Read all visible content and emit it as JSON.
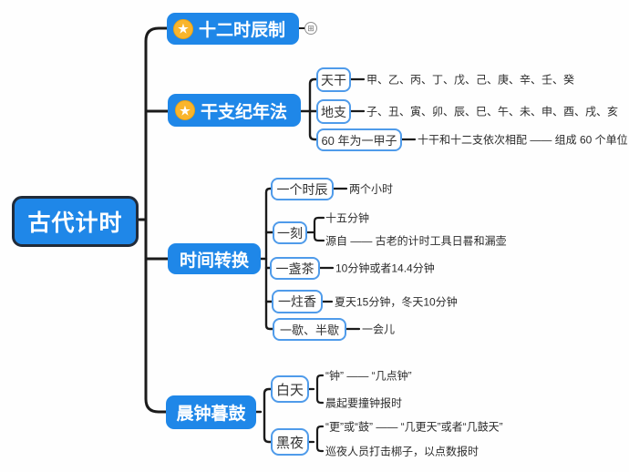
{
  "root": {
    "label": "古代计时"
  },
  "icons": {
    "star": "★",
    "collapsed": "⊞"
  },
  "branches": {
    "shichenzhi": {
      "label": "十二时辰制"
    },
    "ganzhi": {
      "label": "干支纪年法",
      "tiangan": {
        "label": "天干",
        "note": "甲、乙、丙、丁、戊、己、庚、辛、壬、癸"
      },
      "dizhi": {
        "label": "地支",
        "note": "子、丑、寅、卯、辰、巳、午、未、申、酉、戌、亥"
      },
      "jiazi": {
        "label": "60 年为一甲子",
        "note": "十干和十二支依次相配 —— 组成 60 个单位"
      }
    },
    "shijian": {
      "label": "时间转换",
      "shichen": {
        "label": "一个时辰",
        "note": "两个小时"
      },
      "yike": {
        "label": "一刻",
        "note1": "十五分钟",
        "note2": "源自 —— 古老的计时工具日晷和漏壶"
      },
      "zhancha": {
        "label": "一盏茶",
        "note": "10分钟或者14.4分钟"
      },
      "zhuxiang": {
        "label": "一炷香",
        "note": "夏天15分钟，冬天10分钟"
      },
      "yixie": {
        "label": "一歇、半歇",
        "note": "一会儿"
      }
    },
    "chenzhong": {
      "label": "晨钟暮鼓",
      "baitian": {
        "label": "白天",
        "note1": "“钟” —— “几点钟”",
        "note2": "晨起要撞钟报时"
      },
      "heiye": {
        "label": "黑夜",
        "note1": "“更”或“鼓” —— “几更天”或者“几鼓天”",
        "note2": "巡夜人员打击梆子，以点数报时"
      }
    }
  },
  "colors": {
    "node_blue": "#1f87e8",
    "root_border": "#212b39",
    "sub_box_border": "#4f9bea",
    "connector_line": "#1b1b1b",
    "star_badge": "#f9b52c",
    "leaf_text": "#2b2b2b"
  }
}
